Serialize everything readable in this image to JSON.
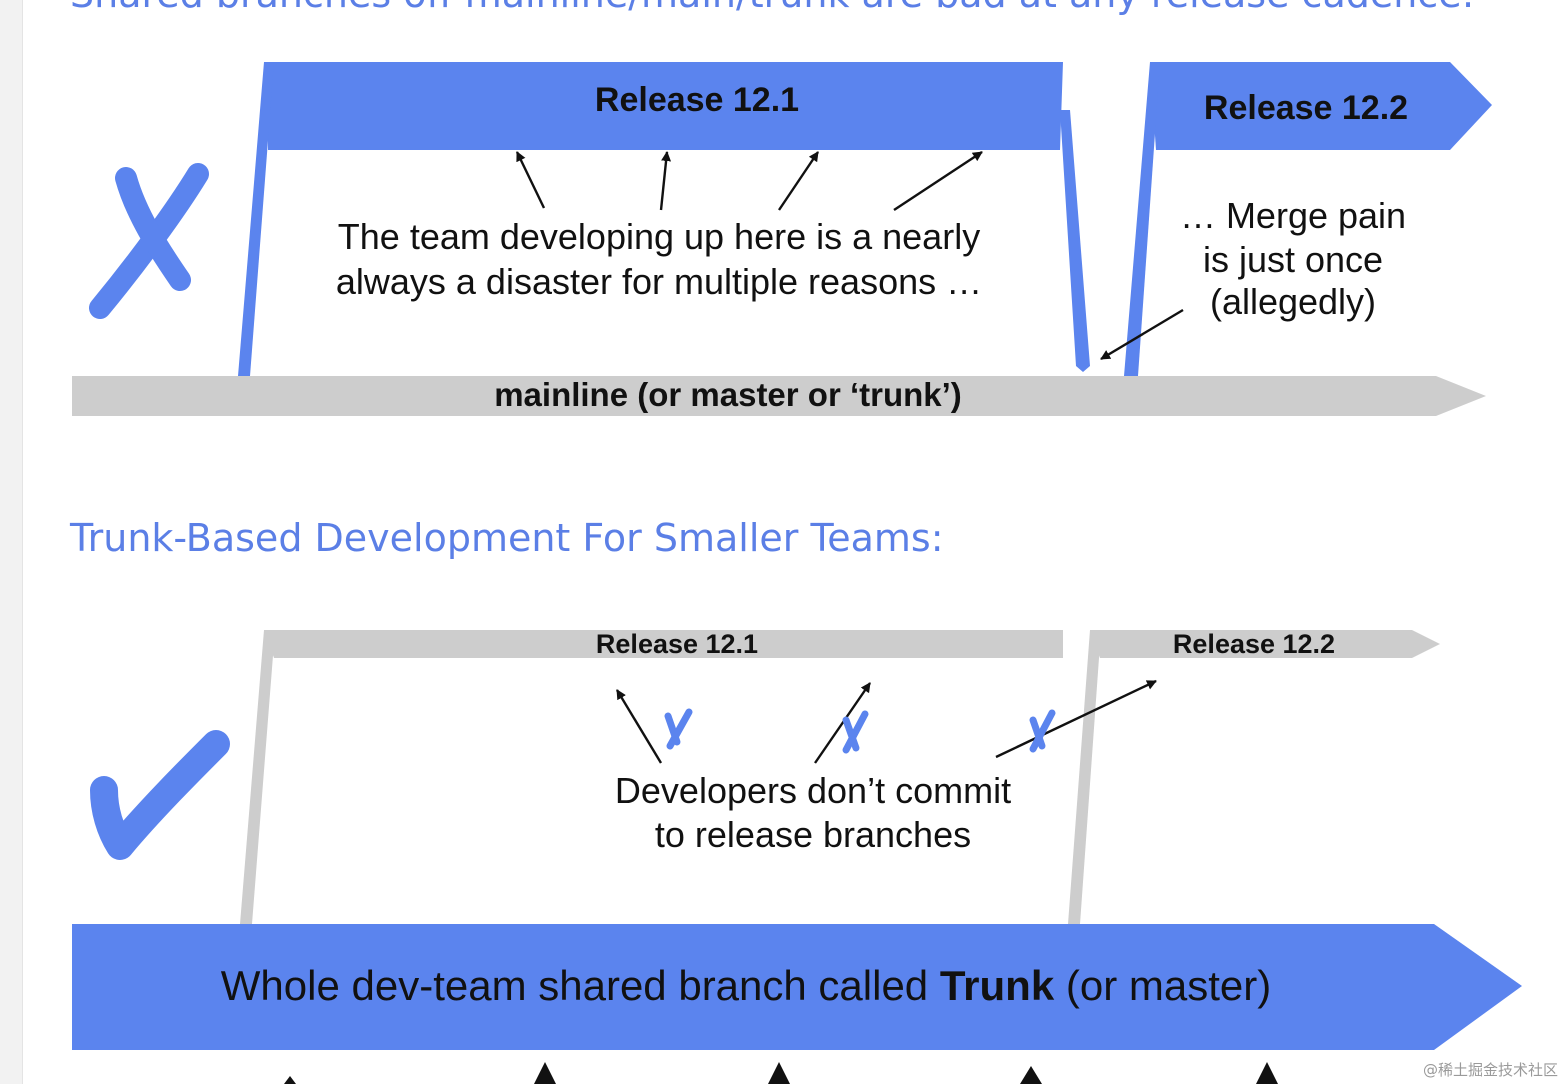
{
  "page": {
    "heading_top": "Shared branches off mainline/main/trunk are bad at any release cadence:",
    "heading_bottom": "Trunk-Based Development For Smaller Teams:",
    "watermark": "@稀土掘金技术社区"
  },
  "diagram_bad": {
    "release_1": "Release 12.1",
    "release_2": "Release 12.2",
    "note_line1": "The team developing up here is a nearly",
    "note_line2": "always a disaster for multiple reasons …",
    "merge_line1": "… Merge pain",
    "merge_line2": "is just once",
    "merge_line3": "(allegedly)",
    "mainline": "mainline (or master or ‘trunk’)",
    "verdict_icon": "x-mark-icon"
  },
  "diagram_good": {
    "release_1": "Release 12.1",
    "release_2": "Release 12.2",
    "note_line1": "Developers don’t commit",
    "note_line2": "to release branches",
    "trunk_prefix": "Whole dev-team shared branch called ",
    "trunk_bold": "Trunk",
    "trunk_suffix": " (or master)",
    "verdict_icon": "check-mark-icon"
  },
  "colors": {
    "accent_blue": "#5b84ee",
    "branch_gray": "#cdcdcd",
    "heading_blue": "#5b7fe6",
    "text_black": "#111111"
  }
}
